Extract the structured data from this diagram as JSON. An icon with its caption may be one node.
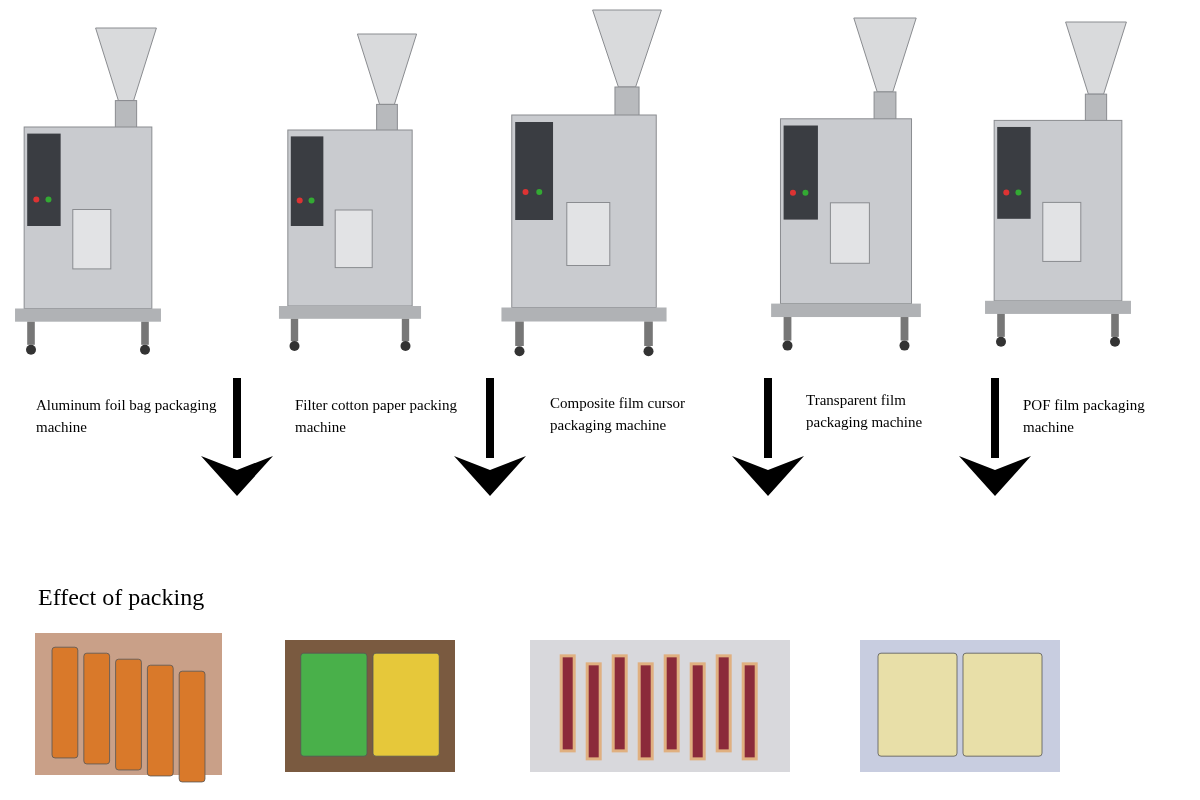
{
  "diagram": {
    "nodes": [
      {
        "text": [],
        "shape": "picture",
        "beside": [
          "Aluminum foil bag packaging machine"
        ]
      },
      {
        "text": [],
        "shape": "picture",
        "beside": [
          "Filter cotton paper packing machine"
        ]
      },
      {
        "text": [],
        "shape": "picture",
        "beside": [
          "Composite film cursor packaging machine"
        ]
      },
      {
        "text": [],
        "shape": "picture",
        "beside": [
          "Transparent film packaging machine"
        ]
      },
      {
        "text": [],
        "shape": "picture",
        "beside": [
          "POF film packaging machine"
        ]
      },
      {
        "text": [],
        "shape": "picture"
      },
      {
        "text": [],
        "shape": "picture"
      },
      {
        "text": [],
        "shape": "picture"
      },
      {
        "text": [],
        "shape": "picture"
      }
    ],
    "labels": [
      "Effect of packing"
    ]
  }
}
